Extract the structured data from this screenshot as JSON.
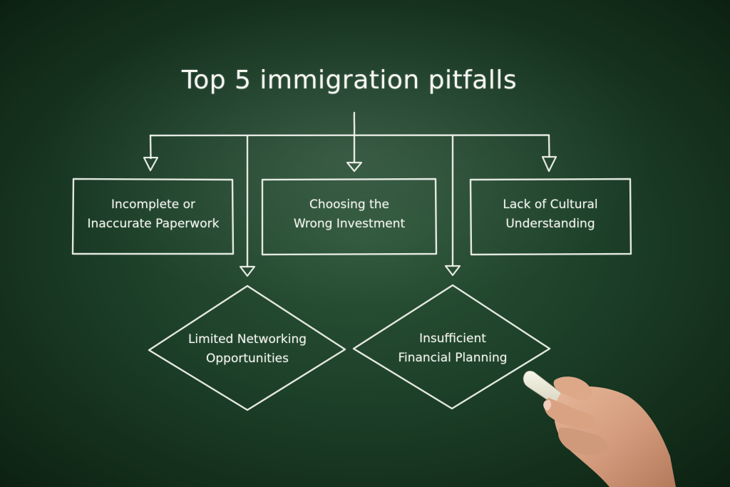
{
  "title": "Top 5 immigration pitfalls",
  "nodes": [
    {
      "id": "paperwork",
      "lines": [
        "Incomplete or",
        "Inaccurate Paperwork"
      ]
    },
    {
      "id": "investment",
      "lines": [
        "Choosing the",
        "Wrong Investment"
      ]
    },
    {
      "id": "cultural",
      "lines": [
        "Lack of Cultural",
        "Understanding"
      ]
    },
    {
      "id": "networking",
      "lines": [
        "Limited Networking",
        "Opportunities"
      ]
    },
    {
      "id": "financial",
      "lines": [
        "Insufficient",
        "Financial Planning"
      ]
    }
  ],
  "colors": {
    "board": "#1d4029",
    "chalk": "#f4f6f0",
    "skin": "#d9a486",
    "chalk_stick": "#ecebd8"
  }
}
